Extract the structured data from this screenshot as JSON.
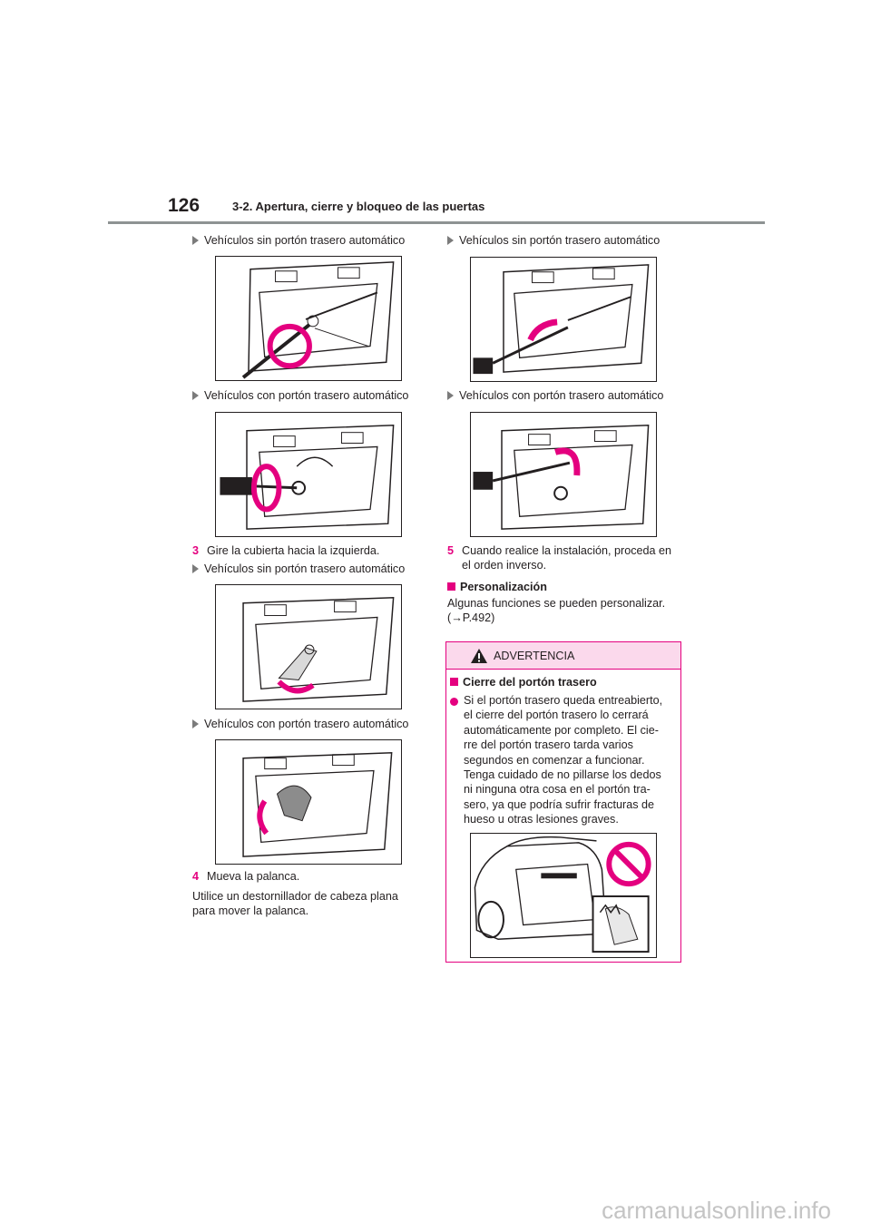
{
  "header": {
    "page_number": "126",
    "section_title": "3-2. Apertura, cierre y bloqueo de las puertas"
  },
  "left": {
    "caption1": "Vehículos sin portón trasero automático",
    "caption2": "Vehículos con portón trasero automático",
    "step3": {
      "num": "3",
      "text": "Gire la cubierta hacia la izquierda."
    },
    "caption3": "Vehículos sin portón trasero automático",
    "caption4": "Vehículos con portón trasero automático",
    "step4": {
      "num": "4",
      "text": "Mueva la palanca."
    },
    "note_line1": "Utilice un destornillador de cabeza plana",
    "note_line2": "para mover la palanca."
  },
  "right": {
    "caption1": "Vehículos sin portón trasero automático",
    "caption2": "Vehículos con portón trasero automático",
    "step5": {
      "num": "5",
      "line1": "Cuando realice la instalación, proceda en",
      "line2": "el orden inverso."
    },
    "custom_title": "Personalización",
    "custom_line1": "Algunas funciones se pueden personalizar.",
    "custom_line2": "(→P.492)"
  },
  "warning": {
    "title": "ADVERTENCIA",
    "subtitle": "Cierre del portón trasero",
    "lines": [
      "Si el portón trasero queda entreabierto,",
      "el cierre del portón trasero lo cerrará",
      "automáticamente por completo. El cie-",
      "rre del portón trasero tarda varios",
      "segundos en comenzar a funcionar.",
      "Tenga cuidado de no pillarse los dedos",
      "ni ninguna otra cosa en el portón tra-",
      "sero, ya que podría sufrir fracturas de",
      "hueso u otras lesiones graves."
    ]
  },
  "watermark": "carmanualsonline.info",
  "colors": {
    "accent": "#e4007f",
    "warning_bg": "#fbd9ec",
    "rule": "#8e9393"
  }
}
